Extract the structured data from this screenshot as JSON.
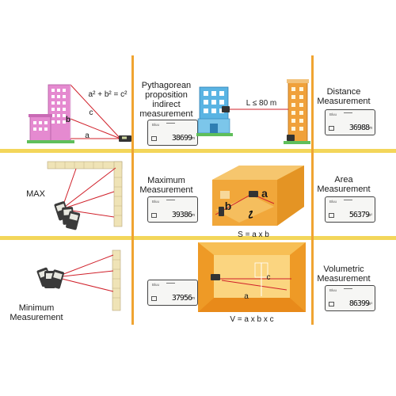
{
  "formulas": {
    "pythagoras": "a² + b² = c²",
    "side_a": "a",
    "side_b": "b",
    "side_c": "c",
    "distance_limit": "L ≤ 80 m",
    "area": "S = a x b",
    "volume": "V = a x b x c"
  },
  "cells": {
    "pythagorean": {
      "title": "Pythagorean proposition indirect measurement",
      "reading": "38699"
    },
    "distance": {
      "title": "Distance Measurement",
      "reading": "36988"
    },
    "max": {
      "caption": "MAX"
    },
    "maximum": {
      "title": "Maximum Measurement",
      "reading": "39386"
    },
    "area": {
      "title": "Area Measurement",
      "reading": "56379"
    },
    "minimum": {
      "caption": "Minimum Measurement"
    },
    "minimum_display": {
      "reading": "37956"
    },
    "volumetric": {
      "title": "Volumetric Measurement",
      "reading": "86399"
    }
  },
  "colors": {
    "grid_horizontal": "#f3d65a",
    "grid_vertical": "#f0a431",
    "laser": "#d0202a",
    "building_pink": "#e58ad0",
    "building_blue": "#5ab4e3",
    "building_orange": "#f0a13a",
    "room_wall": "#f3ae3c",
    "wall_brick": "#efe3b6"
  }
}
